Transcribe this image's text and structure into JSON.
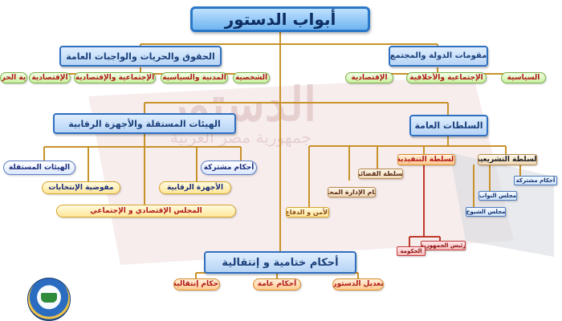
{
  "title": "أبواب الدستور",
  "sections": {
    "rights": {
      "label": "الحقوق والحريات والواجبات العامة",
      "items": [
        "الشخصية",
        "المدنية والسياسية",
        "الإجتماعية والإقتصادية",
        "الإقتصادية",
        "حماية الحريات"
      ]
    },
    "state": {
      "label": "مقومات الدولة والمجتمع",
      "items": [
        "السياسية",
        "الإجتماعية والأخلاقية",
        "الإقتصادية"
      ]
    },
    "independent": {
      "label": "الهيئات المستقلة والأجهزة الرقابية",
      "items": [
        "الهيئات المستقلة",
        "أحكام مشتركة",
        "مفوضية الإنتخابات",
        "الأجهزة الرقابية",
        "المجلس الإقتصادي و الإجتماعي"
      ]
    },
    "powers": {
      "label": "السلطات العامة",
      "legislative": "السلطة التشريعية",
      "executive": "السلطة التنفيذية",
      "judicial": "السلطة القضائية",
      "local": "نظام الإدارة المحلية",
      "security": "الأمن و الدفاع",
      "legislative_items": [
        "أحكام مشتركة",
        "مجلس النواب",
        "مجلس الشيوخ"
      ],
      "executive_items": [
        "رئيس الجمهورية",
        "الحكومة"
      ]
    },
    "final": {
      "label": "أحكام ختامية و إنتقالية",
      "items": [
        "تعديل الدستور",
        "أحكام عامة",
        "أحكام إنتقالية"
      ]
    }
  },
  "watermark": {
    "line1": "الدستور",
    "line2": "جمهورية مصر العربية"
  }
}
